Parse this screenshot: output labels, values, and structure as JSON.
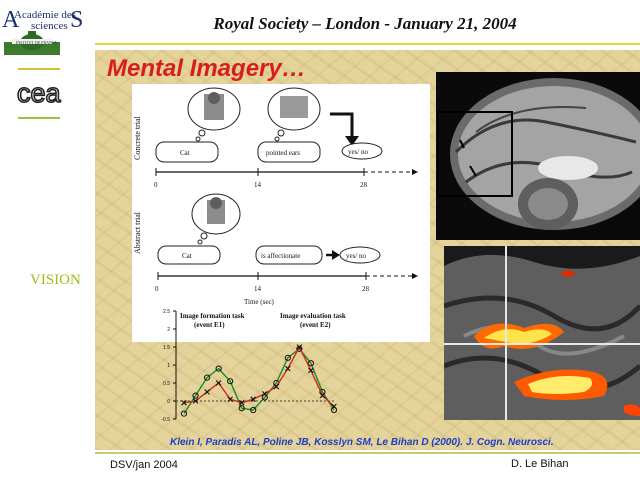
{
  "header": {
    "title": "Royal Society – London - January 21, 2004",
    "logo_text_top": "Académie des",
    "logo_text_bottom": "sciences",
    "logo_letter_a": "A",
    "logo_letter_s": "S",
    "logo_sub": "INSTITUT DE FRANCE",
    "logo_icon": "institut-dome-icon",
    "cea_logo_text": "cea"
  },
  "sidebar": {
    "label": "VISION"
  },
  "slide": {
    "title": "Mental Imagery…",
    "citation": "Klein I, Paradis AL, Poline JB, Kosslyn SM, Le Bihan D (2000). J. Cogn. Neurosci."
  },
  "figure": {
    "concrete_trial_label": "Concrete trial",
    "abstract_trial_label": "Abstract trial",
    "concrete_bubble_1": "Cat",
    "concrete_bubble_2": "pointed ears",
    "concrete_answer": "yes/ no",
    "abstract_bubble_1": "Cat",
    "abstract_bubble_2": "is affectionate",
    "abstract_answer": "yes/ no",
    "tick_0": "0",
    "tick_14": "14",
    "tick_28": "28",
    "tick_0b": "0",
    "tick_14b": "14",
    "tick_28b": "28",
    "time_label": "Time (sec)",
    "image_formation_label": "Image formation task",
    "image_formation_sub": "(event E1)",
    "image_evaluation_label": "Image evaluation task",
    "image_evaluation_sub": "(event E2)",
    "graph_y_ticks": [
      "2.5",
      "2",
      "1.5",
      "1",
      "0.5",
      "0",
      "-0.5"
    ]
  },
  "chart_data": {
    "type": "line",
    "title": "",
    "xlabel": "",
    "ylabel": "",
    "ylim": [
      -0.5,
      2.5
    ],
    "series": [
      {
        "values": [
          -0.35,
          0.15,
          0.65,
          0.9,
          0.55,
          -0.2,
          -0.25,
          0.1,
          0.5,
          1.2,
          1.45,
          1.05,
          0.25,
          -0.25
        ]
      },
      {
        "values": [
          -0.05,
          0.0,
          0.25,
          0.5,
          0.05,
          -0.05,
          0.05,
          0.2,
          0.4,
          0.9,
          1.5,
          0.85,
          0.15,
          -0.15
        ]
      }
    ],
    "colors": {
      "series_1": "#1a8a2a",
      "series_2": "#cc2a1e",
      "markers": "#111111"
    }
  },
  "footer": {
    "left": "DSV/jan 2004",
    "right": "D. Le Bihan"
  }
}
